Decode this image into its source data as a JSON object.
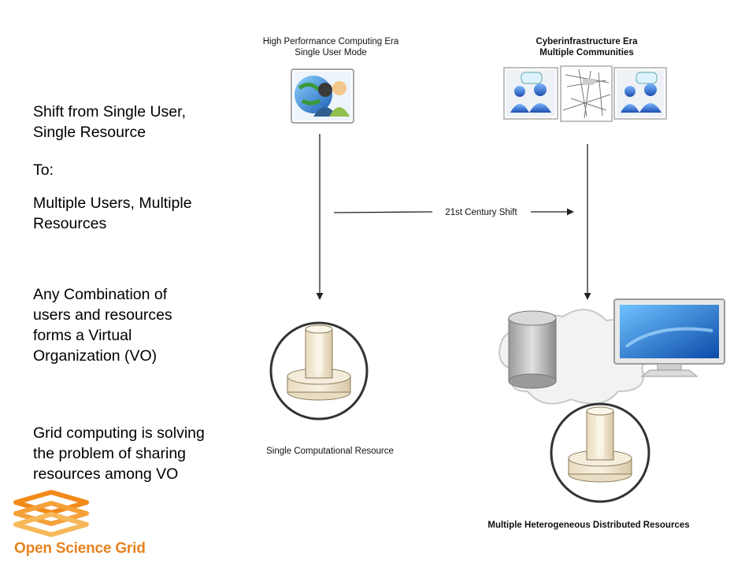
{
  "left_text": {
    "block1_line1": "Shift from Single User,",
    "block1_line2": "Single Resource",
    "block2": "To:",
    "block3_line1": "Multiple Users, Multiple",
    "block3_line2": "Resources",
    "block4_line1": "Any Combination of",
    "block4_line2": "users and resources",
    "block4_line3": "forms a Virtual",
    "block4_line4": "Organization (VO)",
    "block5_line1": "Grid computing is solving",
    "block5_line2": "the problem of sharing",
    "block5_line3": "resources among VO"
  },
  "diagram": {
    "hpc_title_line1": "High Performance Computing Era",
    "hpc_title_line2": "Single User Mode",
    "cyber_title_line1": "Cyberinfrastructure Era",
    "cyber_title_line2": "Multiple Communities",
    "shift_label": "21st Century Shift",
    "single_resource_label": "Single Computational Resource",
    "multiple_resources_label": "Multiple Heterogeneous Distributed Resources"
  },
  "logo": {
    "text": "Open Science Grid",
    "color": "#e8821d"
  }
}
